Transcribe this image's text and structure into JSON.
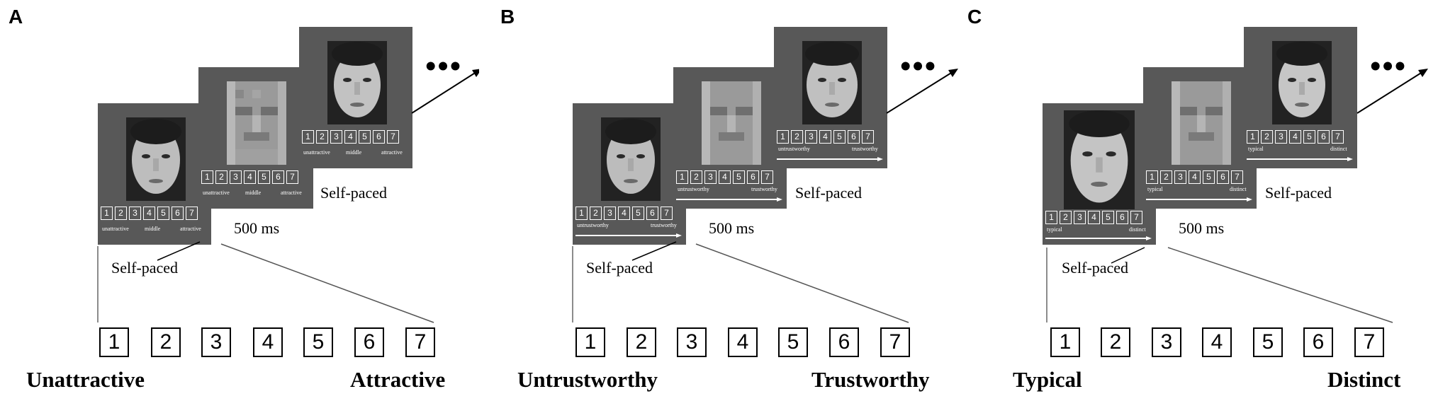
{
  "panels": [
    {
      "letter": "A",
      "mini_scale": [
        "1",
        "2",
        "3",
        "4",
        "5",
        "6",
        "7"
      ],
      "mini_labels": {
        "low": "unattractive",
        "mid": "middle",
        "high": "attractive"
      },
      "timing": {
        "first": "Self-paced",
        "mask": "500 ms",
        "second": "Self-paced"
      },
      "scale": [
        "1",
        "2",
        "3",
        "4",
        "5",
        "6",
        "7"
      ],
      "anchor_low": "Unattractive",
      "anchor_high": "Attractive",
      "ellipsis": "•••"
    },
    {
      "letter": "B",
      "mini_scale": [
        "1",
        "2",
        "3",
        "4",
        "5",
        "6",
        "7"
      ],
      "mini_labels": {
        "low": "untrustworthy",
        "mid": "",
        "high": "trustworthy"
      },
      "timing": {
        "first": "Self-paced",
        "mask": "500 ms",
        "second": "Self-paced"
      },
      "scale": [
        "1",
        "2",
        "3",
        "4",
        "5",
        "6",
        "7"
      ],
      "anchor_low": "Untrustworthy",
      "anchor_high": "Trustworthy",
      "ellipsis": "•••"
    },
    {
      "letter": "C",
      "mini_scale": [
        "1",
        "2",
        "3",
        "4",
        "5",
        "6",
        "7"
      ],
      "mini_labels": {
        "low": "typical",
        "mid": "",
        "high": "distinct"
      },
      "timing": {
        "first": "Self-paced",
        "mask": "500 ms",
        "second": "Self-paced"
      },
      "scale": [
        "1",
        "2",
        "3",
        "4",
        "5",
        "6",
        "7"
      ],
      "anchor_low": "Typical",
      "anchor_high": "Distinct",
      "ellipsis": "•••"
    }
  ],
  "colors": {
    "screen": "#585858",
    "face_bg": "#222222",
    "text": "#000000",
    "on_screen_text": "#ffffff"
  }
}
